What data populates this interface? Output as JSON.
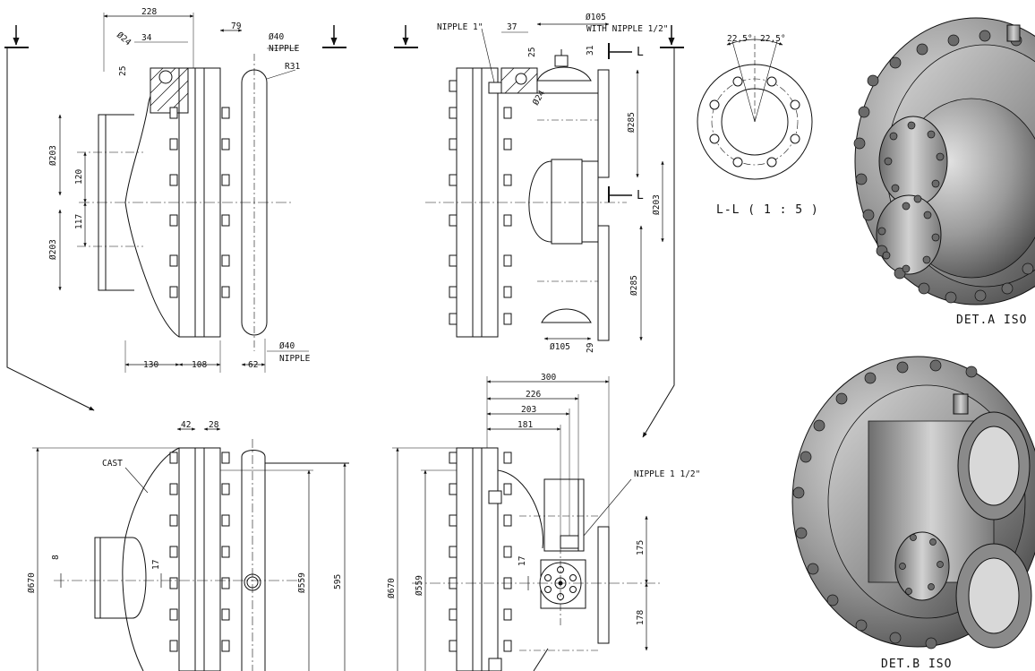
{
  "colors": {
    "line": "#111111",
    "metal_dark": "#5a5a5a",
    "metal_mid": "#8c8c8c",
    "metal_light": "#c8c8c8",
    "background": "#ffffff"
  },
  "view_top_left": {
    "dims": {
      "w228": "228",
      "w34": "34",
      "d24": "Ø24",
      "h25": "25",
      "w79": "79",
      "d40": "Ø40",
      "nipple": "NIPPLE",
      "r31": "R31",
      "d203a": "Ø203",
      "h120": "120",
      "h117": "117",
      "d203b": "Ø203",
      "w130": "130",
      "w108": "108",
      "w62": "62",
      "d40b": "Ø40",
      "nipple_b": "NIPPLE"
    }
  },
  "view_top_mid": {
    "dims": {
      "nipple1": "NIPPLE 1\"",
      "w37": "37",
      "d105": "Ø105",
      "with_nipple": "WITH NIPPLE 1/2\"",
      "h25": "25",
      "h31": "31",
      "d24": "Ø24",
      "d285a": "Ø285",
      "d203": "Ø203",
      "d285b": "Ø285",
      "d105b": "Ø105",
      "h29": "29",
      "sec1": "L",
      "sec2": "L"
    }
  },
  "section_ll": {
    "angle1": "22,5°",
    "angle2": "22,5°",
    "caption": "L-L ( 1 : 5 )"
  },
  "view_bottom_left": {
    "dims": {
      "w42": "42",
      "w28": "28",
      "cast": "CAST",
      "d670": "Ø670",
      "h8": "8",
      "h17": "17",
      "d559": "Ø559",
      "h595": "595"
    }
  },
  "view_bottom_mid": {
    "dims": {
      "w300": "300",
      "w226": "226",
      "w203": "203",
      "w181": "181",
      "nipple15": "NIPPLE 1 1/2\"",
      "d670": "Ø670",
      "d559": "Ø559",
      "h17": "17",
      "h175": "175",
      "h178": "178"
    }
  },
  "iso_labels": {
    "det_a": "DET.A ISO",
    "det_b": "DET.B ISO"
  }
}
